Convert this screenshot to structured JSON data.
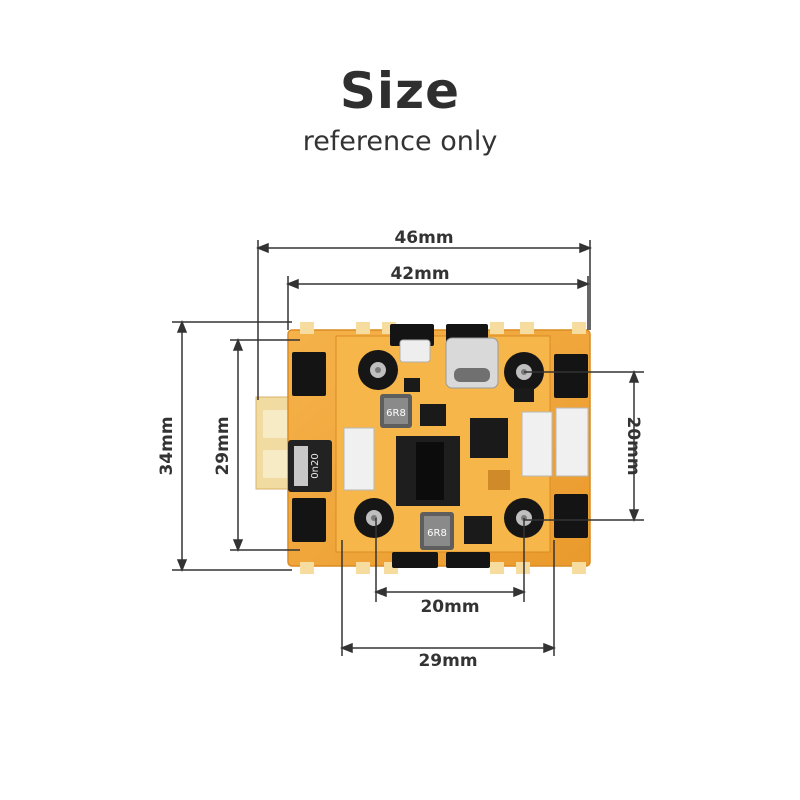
{
  "title": "Size",
  "subtitle": "reference only",
  "dimensions": {
    "top_outer": "46mm",
    "top_inner": "42mm",
    "left_outer": "34mm",
    "left_inner": "29mm",
    "right": "20mm",
    "bottom_inner": "20mm",
    "bottom_outer": "29mm"
  },
  "board_labels": {
    "inductor_a": "6R8",
    "inductor_b": "6R8",
    "capacitor": "0n20"
  },
  "colors": {
    "pcb": "#f2a53a",
    "component": "#141414",
    "dimension_line": "#333333"
  }
}
